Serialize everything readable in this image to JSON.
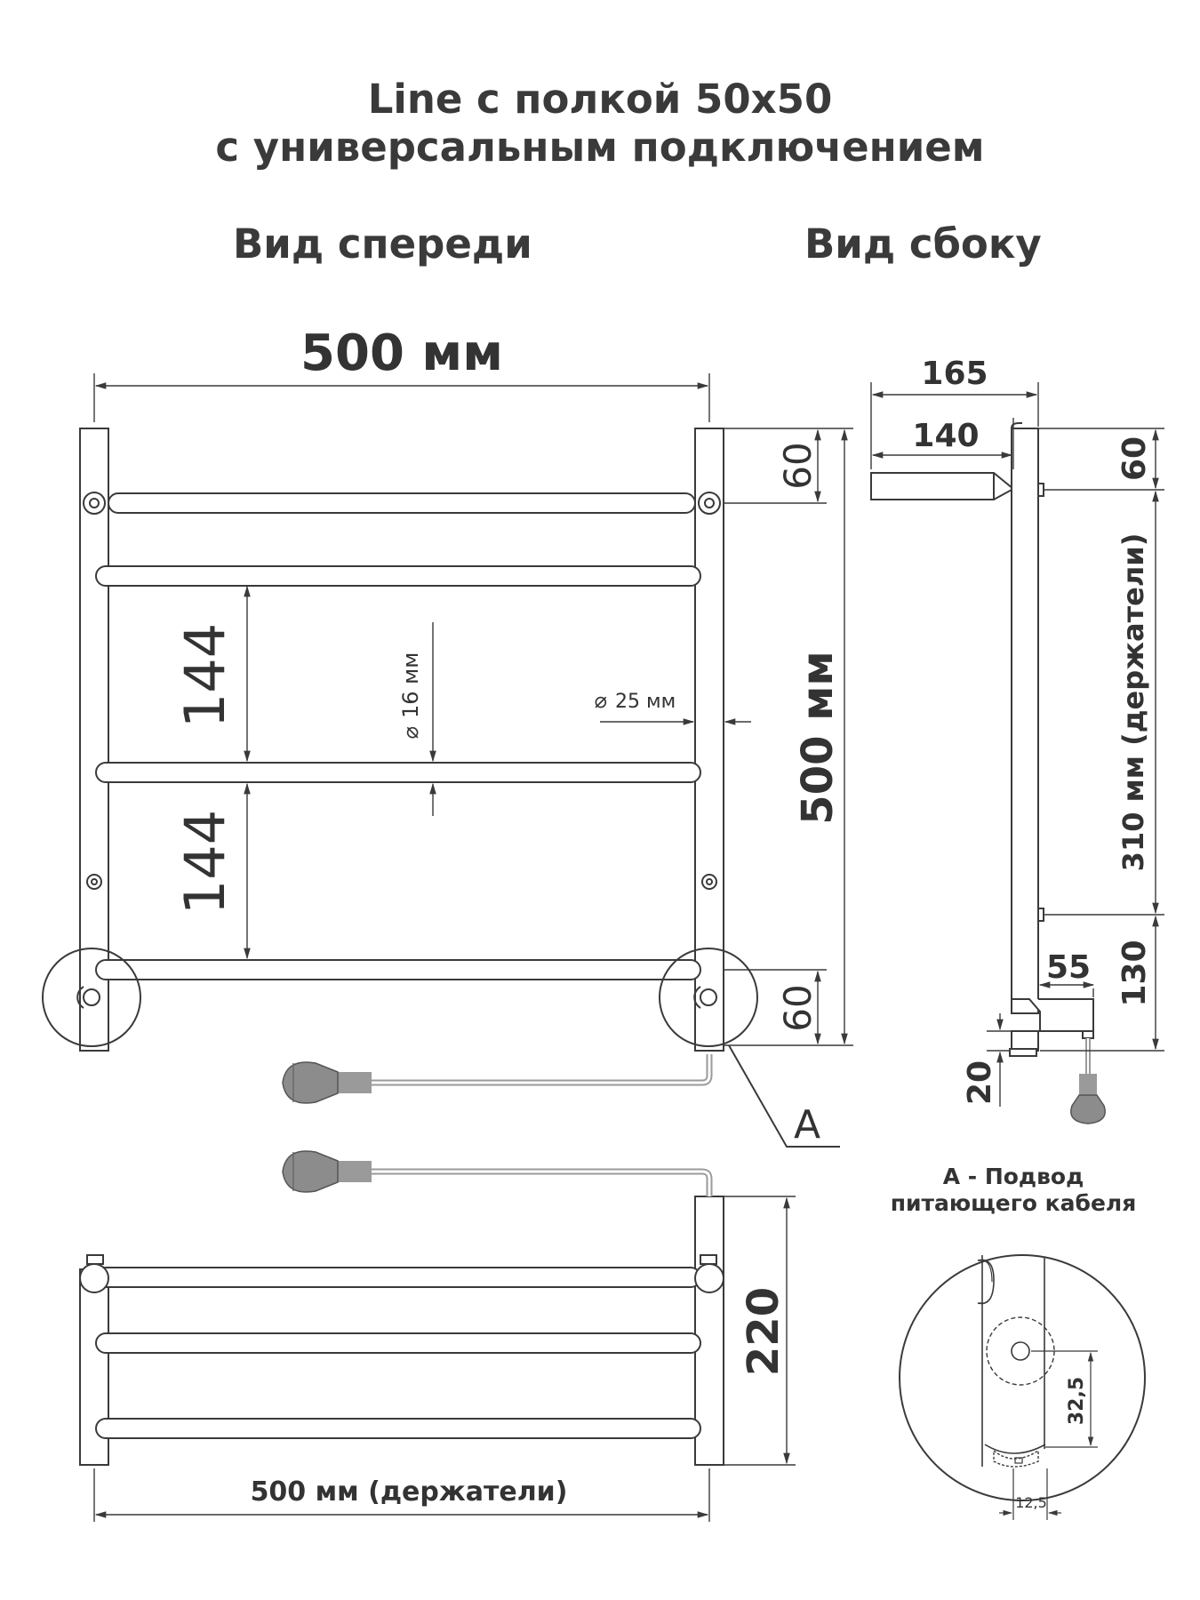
{
  "title": {
    "line1": "Line с полкой 50х50",
    "line2": "с универсальным подключением"
  },
  "views": {
    "front": "Вид спереди",
    "side": "Вид сбоку"
  },
  "front_dims": {
    "width": "500 мм",
    "height": "500 мм",
    "top_offset": "60",
    "bottom_offset": "60",
    "spacing_upper": "144",
    "spacing_lower": "144",
    "bar_diameter": "16 мм",
    "pipe_diameter": "25 мм",
    "callout": "A"
  },
  "side_dims": {
    "depth_total": "165",
    "depth_shelf": "140",
    "top_offset": "60",
    "holders_span": "310 мм (держатели)",
    "bottom_offset": "130",
    "bracket_depth": "55",
    "base_offset": "20"
  },
  "shelf_dims": {
    "height": "220",
    "holders_width": "500 мм (держатели)"
  },
  "detail": {
    "title_line1": "А - Подвод",
    "title_line2": "питающего кабеля",
    "vertical_dim": "32,5",
    "horizontal_dim": "12,5"
  },
  "colors": {
    "line": "#3a3a3a",
    "cable": "#9a9a9a",
    "plug": "#8c8c8c"
  }
}
